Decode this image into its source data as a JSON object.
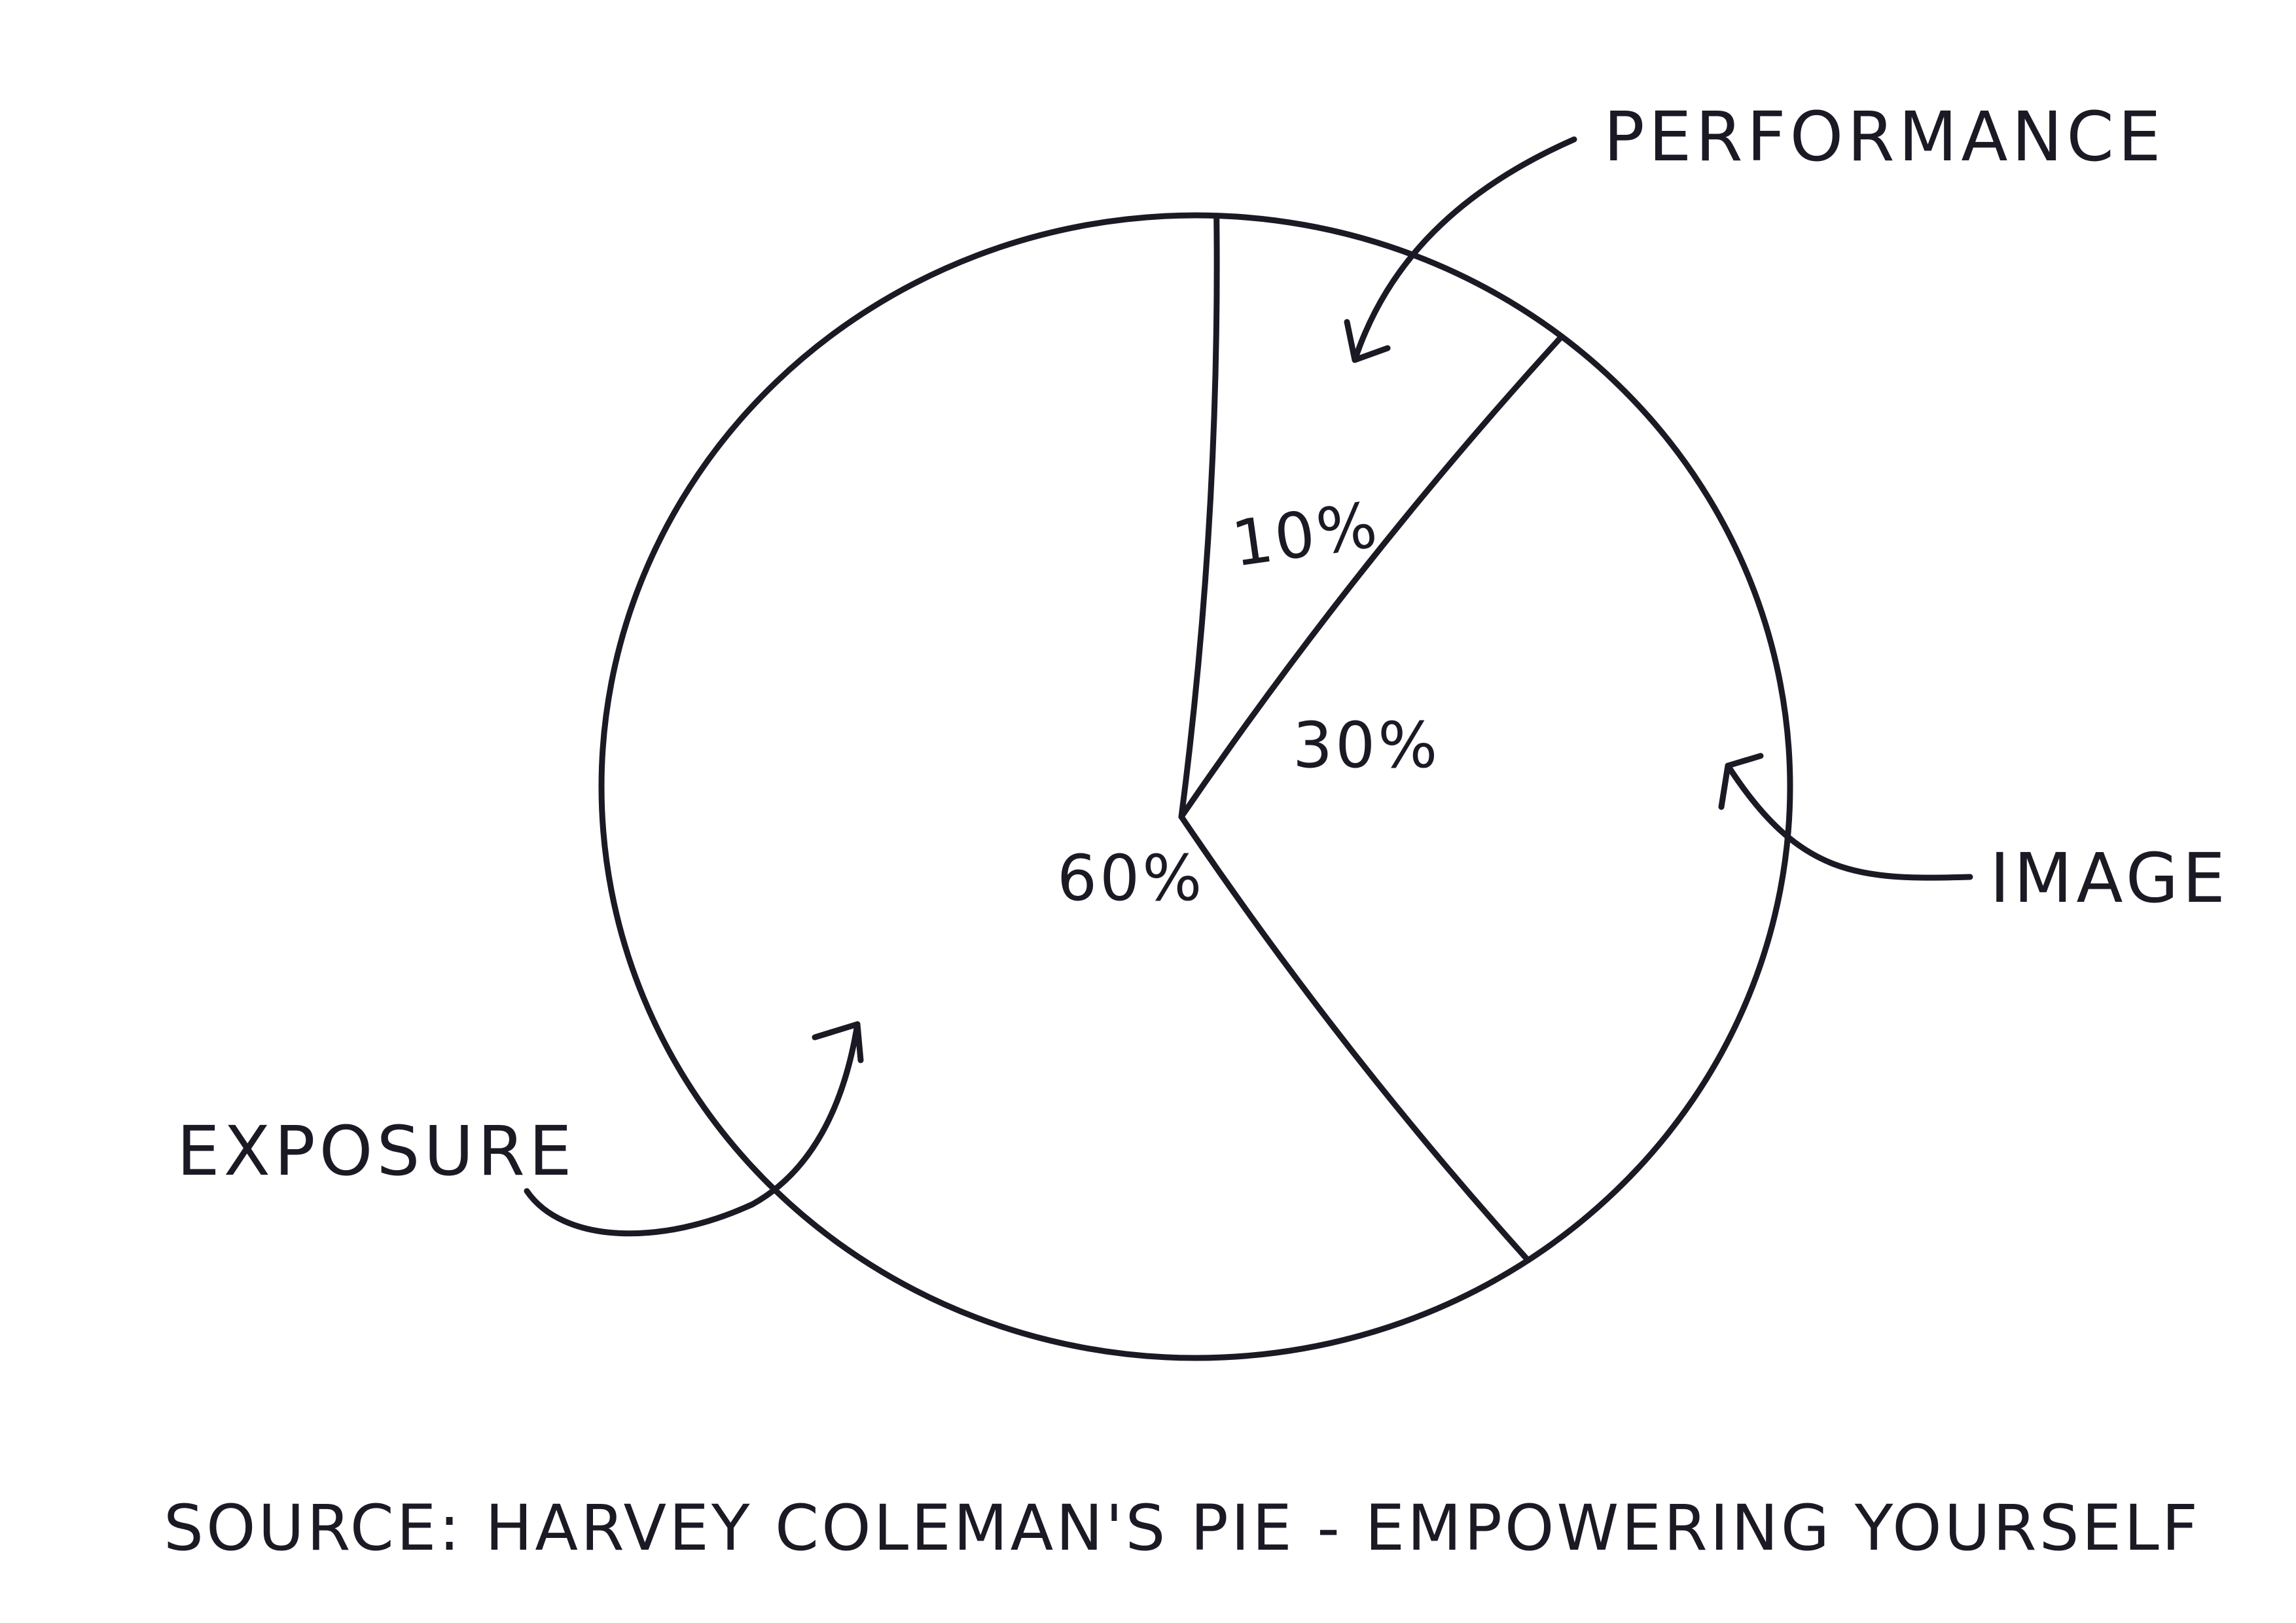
{
  "chart_data": {
    "type": "pie",
    "title": "",
    "slices": [
      {
        "label": "PERFORMANCE",
        "value": 10,
        "value_label": "10%"
      },
      {
        "label": "IMAGE",
        "value": 30,
        "value_label": "30%"
      },
      {
        "label": "EXPOSURE",
        "value": 60,
        "value_label": "60%"
      }
    ],
    "source": "SOURCE: HARVEY COLEMAN'S PIE - EMPOWERING YOURSELF",
    "style": "hand-drawn, black ink on white, outline only"
  }
}
